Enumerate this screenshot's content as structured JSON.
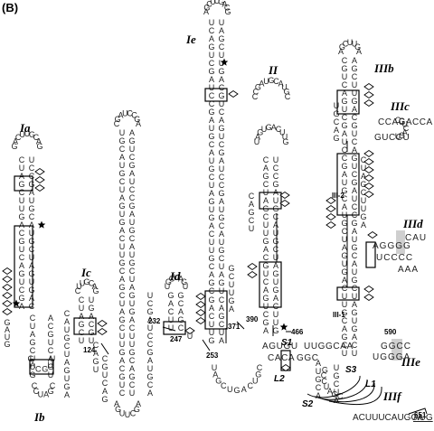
{
  "panel_label": "(B)",
  "domain_labels": [
    "Ia",
    "Ib",
    "Ic",
    "Id",
    "Ie",
    "II",
    "IIIb",
    "IIIc",
    "IIId",
    "IIIe",
    "IIIf"
  ],
  "sub_labels": [
    "III-2",
    "III-1"
  ],
  "site_labels": [
    "S1",
    "S2",
    "S3",
    "L1",
    "L2"
  ],
  "position_numbers": [
    "124",
    "232",
    "247",
    "253",
    "371",
    "390",
    "466",
    "590",
    "651"
  ],
  "sequences": {
    "start_codon_tail": "ACUUUCAUGCA",
    "start_codon": "AUG",
    "iiid_loop_top": "AGGGG",
    "iiid_loop_bottom": "UCCCC",
    "iiid_apex": "CAU",
    "iiid_tail": "AAA",
    "iiic_top": "CCAGACCA",
    "iiic_bottom": "GUCCU",
    "iiie_row1": "GGCC",
    "iiie_row2": "UGGGA",
    "s1_row1": "AGUGU",
    "s1_row2": "CACA",
    "s1_row2b": "GGC",
    "s1_junction": "UUGGCAA"
  }
}
